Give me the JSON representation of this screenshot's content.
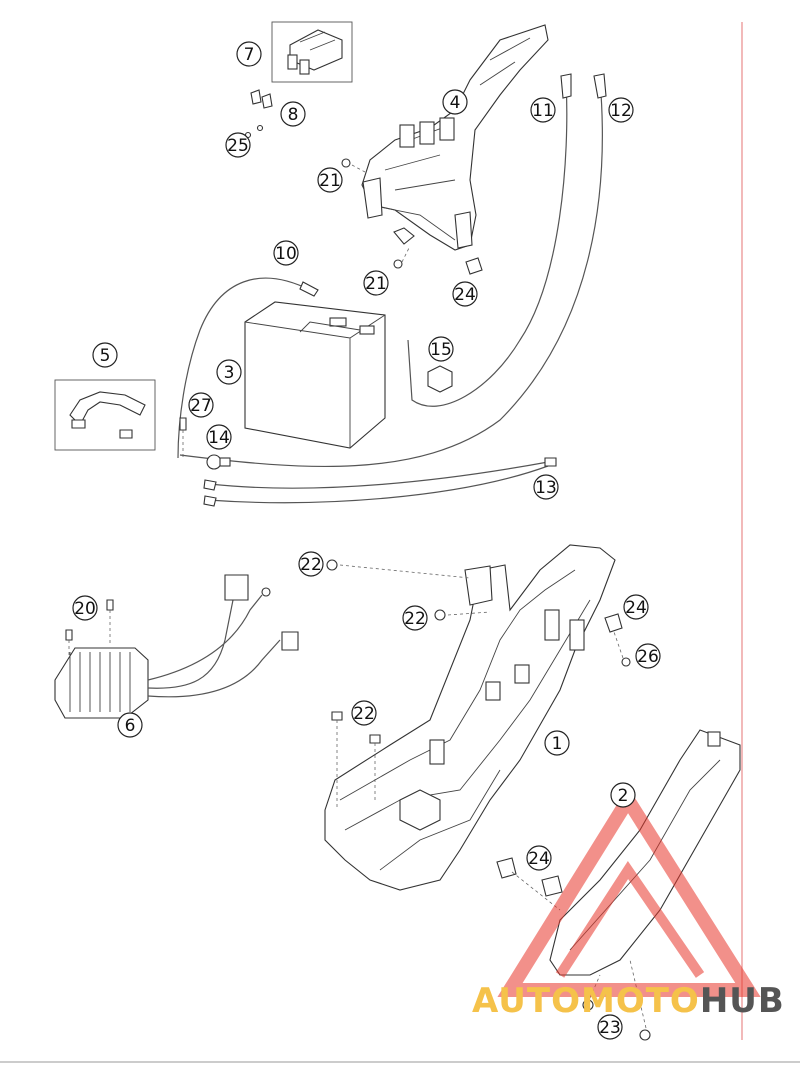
{
  "diagram": {
    "callouts": [
      "7",
      "8",
      "25",
      "4",
      "11",
      "12",
      "21",
      "21",
      "24",
      "10",
      "5",
      "3",
      "15",
      "27",
      "14",
      "13",
      "22",
      "22",
      "24",
      "26",
      "20",
      "6",
      "22",
      "1",
      "2",
      "24",
      "23"
    ]
  },
  "watermark": {
    "part1": "AUTO",
    "part2": "MOTO",
    "part3": "HUB",
    "colors": {
      "orange": "#f5c24a",
      "red": "#e8372b",
      "grey": "#555555"
    }
  }
}
